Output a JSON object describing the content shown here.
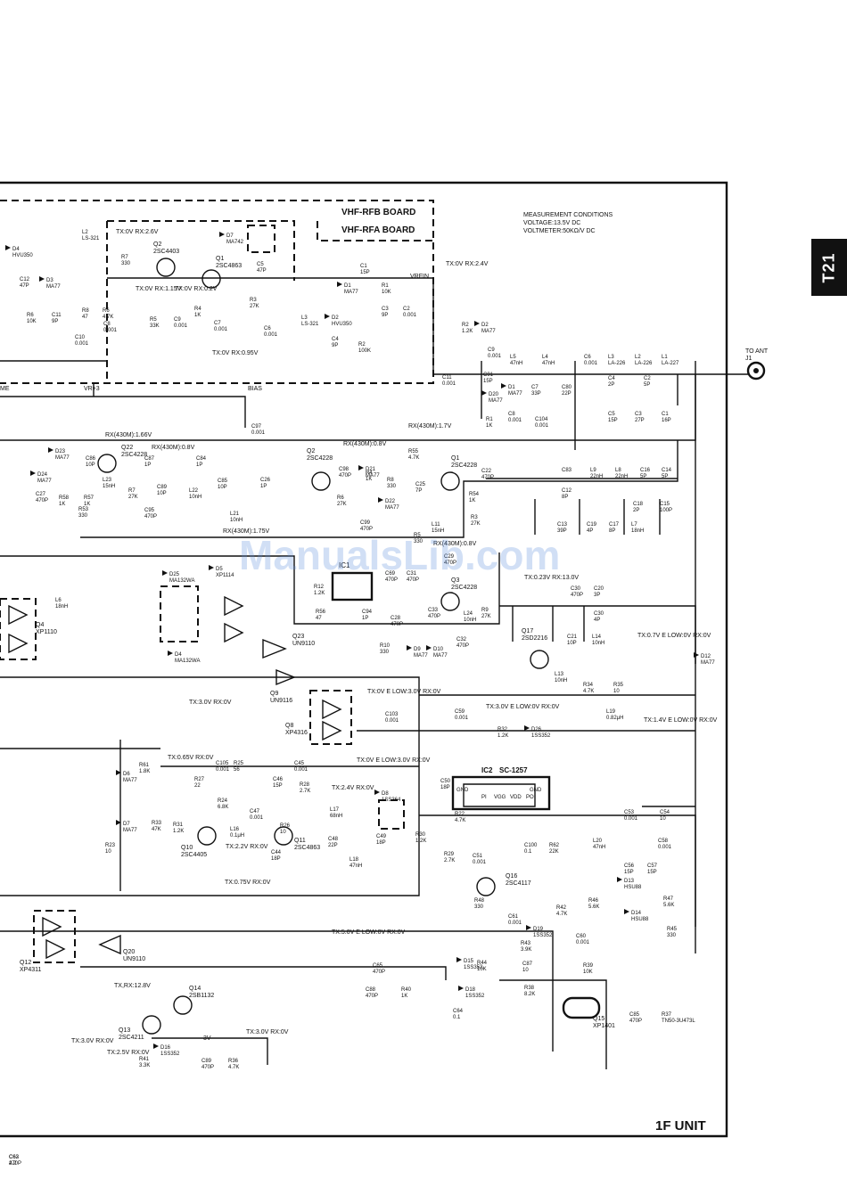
{
  "page_tab": "T21",
  "unit_title": "1F UNIT",
  "watermark": "ManualsLib.com",
  "board_labels": {
    "rfb": "VHF-RFB BOARD",
    "rfa": "VHF-RFA BOARD"
  },
  "measurement": {
    "title": "MEASUREMENT CONDITIONS",
    "voltage": "VOLTAGE:13.5V DC",
    "voltmeter": "VOLTMETER:50KΩ/V DC"
  },
  "antenna": {
    "label": "TO ANT",
    "jack": "J1"
  },
  "nets": {
    "vrfin": "VRFIN",
    "vr3": "VR+3",
    "bias": "BIAS",
    "me": "ME"
  },
  "transistors": [
    {
      "ref": "Q1",
      "part": "2SC4863"
    },
    {
      "ref": "Q2",
      "part": "2SC4403"
    },
    {
      "ref": "Q22",
      "part": "2SC4228"
    },
    {
      "ref": "Q2",
      "part": "2SC4228"
    },
    {
      "ref": "Q1",
      "part": "2SC4228"
    },
    {
      "ref": "Q3",
      "part": "2SC4228"
    },
    {
      "ref": "Q17",
      "part": "2SD2216"
    },
    {
      "ref": "Q10",
      "part": "2SC4405"
    },
    {
      "ref": "Q11",
      "part": "2SC4863"
    },
    {
      "ref": "Q16",
      "part": "2SC4117"
    },
    {
      "ref": "Q14",
      "part": "2SB1132"
    },
    {
      "ref": "Q13",
      "part": "2SC4211"
    },
    {
      "ref": "Q15",
      "part": "XP1401"
    },
    {
      "ref": "Q4",
      "part": "XP1110"
    },
    {
      "ref": "Q23",
      "part": "UN9110"
    },
    {
      "ref": "Q9",
      "part": "UN9116"
    },
    {
      "ref": "Q8",
      "part": "XP4316"
    },
    {
      "ref": "Q12",
      "part": "XP4311"
    },
    {
      "ref": "Q20",
      "part": "UN9110"
    }
  ],
  "ic": [
    {
      "ref": "IC2",
      "part": "SC-1257",
      "pins": [
        "GND",
        "PI",
        "VGG",
        "VDD",
        "PO",
        "GND"
      ]
    },
    {
      "ref": "IC1",
      "part": ""
    }
  ],
  "diode_parts": [
    {
      "ref": "D4",
      "part": "HVU350"
    },
    {
      "ref": "D3",
      "part": "MA77"
    },
    {
      "ref": "D7",
      "part": "MA742"
    },
    {
      "ref": "D1",
      "part": "MA77"
    },
    {
      "ref": "D2",
      "part": "HVU350"
    },
    {
      "ref": "D2",
      "part": "MA77"
    },
    {
      "ref": "D20",
      "part": "MA77"
    },
    {
      "ref": "D1",
      "part": "MA77"
    },
    {
      "ref": "D23",
      "part": "MA77"
    },
    {
      "ref": "D24",
      "part": "MA77"
    },
    {
      "ref": "D21",
      "part": "MA77"
    },
    {
      "ref": "D22",
      "part": "MA77"
    },
    {
      "ref": "D25",
      "part": "MA132WA"
    },
    {
      "ref": "D5",
      "part": "XP1114"
    },
    {
      "ref": "D4",
      "part": "MA132WA"
    },
    {
      "ref": "D9",
      "part": "MA77"
    },
    {
      "ref": "D10",
      "part": "MA77"
    },
    {
      "ref": "D12",
      "part": "MA77"
    },
    {
      "ref": "D6",
      "part": "MA77"
    },
    {
      "ref": "D7",
      "part": "MA77"
    },
    {
      "ref": "D8",
      "part": "1SS364"
    },
    {
      "ref": "D26",
      "part": "1SS352"
    },
    {
      "ref": "D13",
      "part": "HSU88"
    },
    {
      "ref": "D14",
      "part": "HSU88"
    },
    {
      "ref": "D19",
      "part": "1SS352"
    },
    {
      "ref": "D15",
      "part": "1SS352"
    },
    {
      "ref": "D18",
      "part": "1SS352"
    },
    {
      "ref": "D16",
      "part": "1SS352"
    }
  ],
  "voltages": [
    "TX:0V RX:2.6V",
    "TX:0V RX:1.15V",
    "TX:0V RX:0.2V",
    "TX:0V RX:0.95V",
    "TX:0V RX:2.4V",
    "RX(430M):1.66V",
    "RX(430M):0.8V",
    "RX(430M):0.8V",
    "RX(430M):1.7V",
    "RX(430M):1.75V",
    "RX(430M):0.8V",
    "TX:0.23V RX:13.0V",
    "TX:0.7V E LOW:0V RX:0V",
    "TX:3.0V E LOW:0V RX:0V",
    "TX:0V E LOW:3.0V RX:0V",
    "TX:0V E LOW:3.0V RX:0V",
    "TX:3.0V RX:0V",
    "TX:1.4V E LOW:0V RX:0V",
    "TX:0.65V RX:0V",
    "TX:2.4V RX:0V",
    "TX:2.2V RX:0V",
    "TX:0.75V RX:0V",
    "TX:5.0V E LOW:0V RX:0V",
    "TX,RX:12.8V",
    "TX:3.0V RX:0V",
    "TX:2.5V RX:0V",
    "TX:3.0V RX:0V",
    "3V"
  ],
  "components": [
    {
      "ref": "L2",
      "value": "LS-321"
    },
    {
      "ref": "C12",
      "value": "47P"
    },
    {
      "ref": "R6",
      "value": "10K"
    },
    {
      "ref": "C11",
      "value": "9P"
    },
    {
      "ref": "C10",
      "value": "0.001"
    },
    {
      "ref": "R8",
      "value": "47"
    },
    {
      "ref": "R7",
      "value": "330"
    },
    {
      "ref": "R6",
      "value": "4.7K"
    },
    {
      "ref": "C8",
      "value": "0.001"
    },
    {
      "ref": "R5",
      "value": "33K"
    },
    {
      "ref": "C9",
      "value": "0.001"
    },
    {
      "ref": "R4",
      "value": "1K"
    },
    {
      "ref": "C7",
      "value": "0.001"
    },
    {
      "ref": "C5",
      "value": "47P"
    },
    {
      "ref": "R3",
      "value": "27K"
    },
    {
      "ref": "C6",
      "value": "0.001"
    },
    {
      "ref": "L3",
      "value": "LS-321"
    },
    {
      "ref": "C4",
      "value": "9P"
    },
    {
      "ref": "R2",
      "value": "100K"
    },
    {
      "ref": "C1",
      "value": "15P"
    },
    {
      "ref": "R1",
      "value": "10K"
    },
    {
      "ref": "C3",
      "value": "9P"
    },
    {
      "ref": "C2",
      "value": "0.001"
    },
    {
      "ref": "R2",
      "value": "1.2K"
    },
    {
      "ref": "C9",
      "value": "0.001"
    },
    {
      "ref": "C11",
      "value": "0.001"
    },
    {
      "ref": "L5",
      "value": "47nH"
    },
    {
      "ref": "L4",
      "value": "47nH"
    },
    {
      "ref": "C91",
      "value": "15P"
    },
    {
      "ref": "C7",
      "value": "33P"
    },
    {
      "ref": "C80",
      "value": "22P"
    },
    {
      "ref": "C8",
      "value": "0.001"
    },
    {
      "ref": "R1",
      "value": "1K"
    },
    {
      "ref": "C104",
      "value": "0.001"
    },
    {
      "ref": "C6",
      "value": "0.001"
    },
    {
      "ref": "L3",
      "value": "LA-226"
    },
    {
      "ref": "L2",
      "value": "LA-226"
    },
    {
      "ref": "L1",
      "value": "LA-227"
    },
    {
      "ref": "C4",
      "value": "2P"
    },
    {
      "ref": "C2",
      "value": "5P"
    },
    {
      "ref": "C5",
      "value": "15P"
    },
    {
      "ref": "C3",
      "value": "27P"
    },
    {
      "ref": "C1",
      "value": "16P"
    },
    {
      "ref": "C97",
      "value": "0.001"
    },
    {
      "ref": "C86",
      "value": "10P"
    },
    {
      "ref": "L23",
      "value": "15nH"
    },
    {
      "ref": "R7",
      "value": "27K"
    },
    {
      "ref": "C87",
      "value": "1P"
    },
    {
      "ref": "C84",
      "value": "1P"
    },
    {
      "ref": "C89",
      "value": "10P"
    },
    {
      "ref": "L22",
      "value": "10nH"
    },
    {
      "ref": "C85",
      "value": "10P"
    },
    {
      "ref": "L21",
      "value": "10nH"
    },
    {
      "ref": "C26",
      "value": "1P"
    },
    {
      "ref": "C95",
      "value": "470P"
    },
    {
      "ref": "R57",
      "value": "1K"
    },
    {
      "ref": "R53",
      "value": "330"
    },
    {
      "ref": "C27",
      "value": "470P"
    },
    {
      "ref": "R58",
      "value": "1K"
    },
    {
      "ref": "C98",
      "value": "470P"
    },
    {
      "ref": "R6",
      "value": "27K"
    },
    {
      "ref": "R4",
      "value": "1K"
    },
    {
      "ref": "C99",
      "value": "470P"
    },
    {
      "ref": "R8",
      "value": "330"
    },
    {
      "ref": "R55",
      "value": "4.7K"
    },
    {
      "ref": "C25",
      "value": "7P"
    },
    {
      "ref": "L11",
      "value": "15nH"
    },
    {
      "ref": "R5",
      "value": "330"
    },
    {
      "ref": "R54",
      "value": "1K"
    },
    {
      "ref": "R3",
      "value": "27K"
    },
    {
      "ref": "C22",
      "value": "470P"
    },
    {
      "ref": "C29",
      "value": "470P"
    },
    {
      "ref": "C83",
      "value": ""
    },
    {
      "ref": "L9",
      "value": "22nH"
    },
    {
      "ref": "L8",
      "value": "22nH"
    },
    {
      "ref": "C16",
      "value": "5P"
    },
    {
      "ref": "C14",
      "value": "5P"
    },
    {
      "ref": "C12",
      "value": "8P"
    },
    {
      "ref": "C18",
      "value": "2P"
    },
    {
      "ref": "C15",
      "value": "100P"
    },
    {
      "ref": "C13",
      "value": "39P"
    },
    {
      "ref": "C19",
      "value": "4P"
    },
    {
      "ref": "C17",
      "value": "8P"
    },
    {
      "ref": "L7",
      "value": "18nH"
    },
    {
      "ref": "L6",
      "value": "18nH"
    },
    {
      "ref": "R12",
      "value": "1.2K"
    },
    {
      "ref": "R56",
      "value": "47"
    },
    {
      "ref": "C69",
      "value": "470P"
    },
    {
      "ref": "C31",
      "value": "470P"
    },
    {
      "ref": "C94",
      "value": "1P"
    },
    {
      "ref": "C33",
      "value": "470P"
    },
    {
      "ref": "L24",
      "value": "10nH"
    },
    {
      "ref": "R9",
      "value": "27K"
    },
    {
      "ref": "C28",
      "value": "470P"
    },
    {
      "ref": "R10",
      "value": "330"
    },
    {
      "ref": "C32",
      "value": "470P"
    },
    {
      "ref": "C30",
      "value": "470P"
    },
    {
      "ref": "C20",
      "value": "3P"
    },
    {
      "ref": "C30",
      "value": "4P"
    },
    {
      "ref": "C21",
      "value": "10P"
    },
    {
      "ref": "L14",
      "value": "10nH"
    },
    {
      "ref": "L13",
      "value": "10nH"
    },
    {
      "ref": "R34",
      "value": "4.7K"
    },
    {
      "ref": "R35",
      "value": "10"
    },
    {
      "ref": "L19",
      "value": "0.82μH"
    },
    {
      "ref": "C59",
      "value": "0.001"
    },
    {
      "ref": "C103",
      "value": "0.001"
    },
    {
      "ref": "R32",
      "value": "1.2K"
    },
    {
      "ref": "R61",
      "value": "1.8K"
    },
    {
      "ref": "C105",
      "value": "0.001"
    },
    {
      "ref": "R25",
      "value": "56"
    },
    {
      "ref": "C45",
      "value": "0.001"
    },
    {
      "ref": "R27",
      "value": "22"
    },
    {
      "ref": "R24",
      "value": "6.8K"
    },
    {
      "ref": "L16",
      "value": "0.1μH"
    },
    {
      "ref": "C46",
      "value": "15P"
    },
    {
      "ref": "R28",
      "value": "2.7K"
    },
    {
      "ref": "C47",
      "value": "0.001"
    },
    {
      "ref": "R26",
      "value": "10"
    },
    {
      "ref": "L17",
      "value": "68nH"
    },
    {
      "ref": "C48",
      "value": "22P"
    },
    {
      "ref": "L18",
      "value": "47nH"
    },
    {
      "ref": "C49",
      "value": "18P"
    },
    {
      "ref": "C50",
      "value": "18P"
    },
    {
      "ref": "R30",
      "value": "1.2K"
    },
    {
      "ref": "R33",
      "value": "47K"
    },
    {
      "ref": "R31",
      "value": "1.2K"
    },
    {
      "ref": "R23",
      "value": "10"
    },
    {
      "ref": "C44",
      "value": "18P"
    },
    {
      "ref": "R22",
      "value": "4.7K"
    },
    {
      "ref": "R29",
      "value": "2.7K"
    },
    {
      "ref": "C51",
      "value": "0.001"
    },
    {
      "ref": "C100",
      "value": "0.1"
    },
    {
      "ref": "R62",
      "value": "22K"
    },
    {
      "ref": "C53",
      "value": "0.001"
    },
    {
      "ref": "C54",
      "value": "10"
    },
    {
      "ref": "L20",
      "value": "47nH"
    },
    {
      "ref": "C58",
      "value": "0.001"
    },
    {
      "ref": "C56",
      "value": "15P"
    },
    {
      "ref": "C57",
      "value": "15P"
    },
    {
      "ref": "R46",
      "value": "5.6K"
    },
    {
      "ref": "R47",
      "value": "5.6K"
    },
    {
      "ref": "R45",
      "value": "330"
    },
    {
      "ref": "R48",
      "value": "330"
    },
    {
      "ref": "C61",
      "value": "0.001"
    },
    {
      "ref": "R42",
      "value": "4.7K"
    },
    {
      "ref": "C60",
      "value": "0.001"
    },
    {
      "ref": "R43",
      "value": "3.9K"
    },
    {
      "ref": "R44",
      "value": "10K"
    },
    {
      "ref": "C87",
      "value": "10"
    },
    {
      "ref": "R38",
      "value": "8.2K"
    },
    {
      "ref": "R39",
      "value": "10K"
    },
    {
      "ref": "C65",
      "value": "470P"
    },
    {
      "ref": "C88",
      "value": "470P"
    },
    {
      "ref": "R40",
      "value": "1K"
    },
    {
      "ref": "C64",
      "value": "0.1"
    },
    {
      "ref": "C85",
      "value": "470P"
    },
    {
      "ref": "R37",
      "value": "TN50-3U473L"
    },
    {
      "ref": "R41",
      "value": "3.3K"
    },
    {
      "ref": "C89",
      "value": "470P"
    },
    {
      "ref": "R36",
      "value": "4.7K"
    },
    {
      "ref": "C62",
      "value": "470P"
    },
    {
      "ref": "C63",
      "value": "2.2"
    }
  ]
}
